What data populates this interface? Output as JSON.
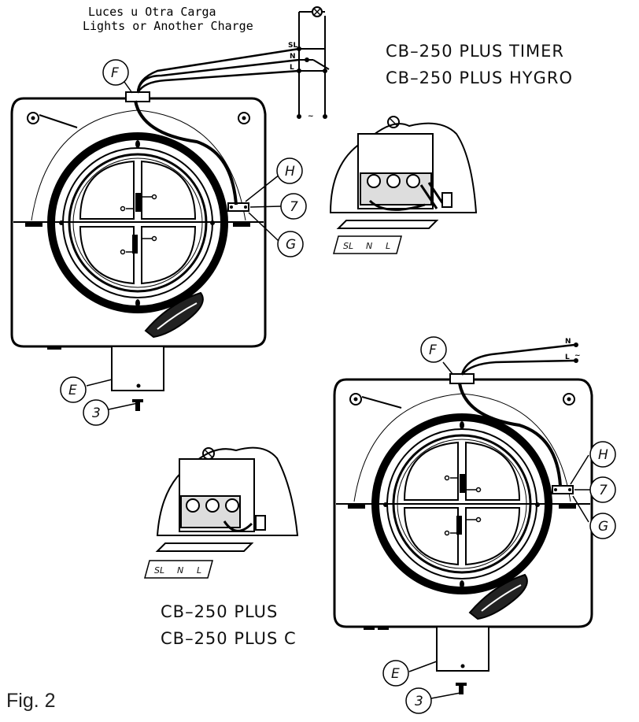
{
  "header_note": {
    "line1": "Luces u Otra Carga",
    "line2": "Lights or Another Charge"
  },
  "top_models": {
    "line1": "CB–250 PLUS TIMER",
    "line2": "CB–250 PLUS HYGRO"
  },
  "bottom_models": {
    "line1": "CB–250 PLUS",
    "line2": "CB–250 PLUS C"
  },
  "figure_label": "Fig. 2",
  "callouts": {
    "f": "F",
    "h": "H",
    "g": "G",
    "e": "E",
    "seven": "7",
    "three": "3"
  },
  "wire_labels": {
    "sl": "SL",
    "n": "N",
    "l": "L",
    "tilde": "~",
    "n2": "N",
    "l2": "L",
    "tilde2": "~"
  },
  "terminal_plate": {
    "sl": "SL",
    "n": "N",
    "l": "L"
  }
}
